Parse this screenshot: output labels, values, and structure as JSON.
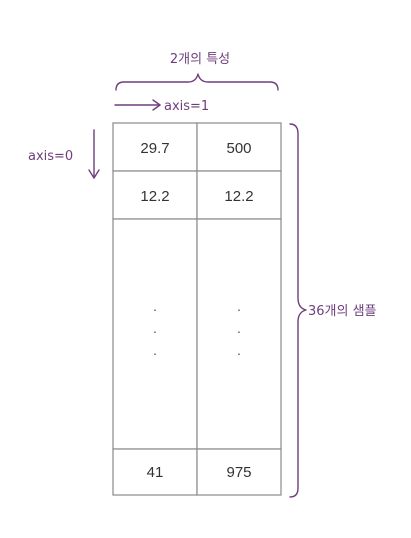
{
  "top_label": "2개의 특성",
  "axis1_label": "axis=1",
  "axis0_label": "axis=0",
  "right_label": "36개의 샘플",
  "rows": [
    [
      "29.7",
      "500"
    ],
    [
      "12.2",
      "12.2"
    ],
    [
      "41",
      "975"
    ]
  ],
  "ellipsis": "·",
  "colors": {
    "accent": "#6f3f7c",
    "grid": "#8a8a8a",
    "text": "#333333"
  }
}
